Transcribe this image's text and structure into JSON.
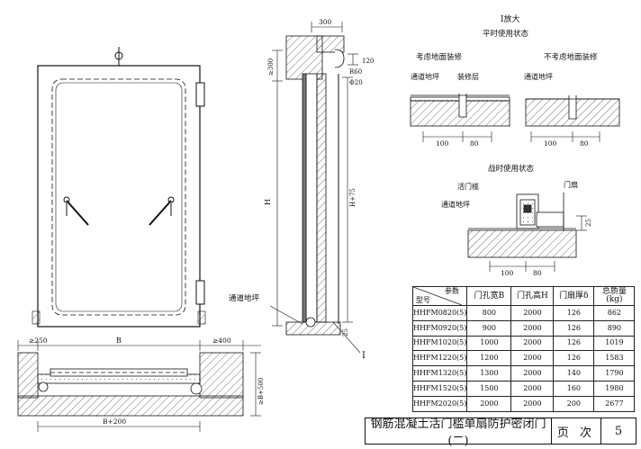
{
  "detail_title": "I放大",
  "normal_state": "平时使用状态",
  "consider_floor": "考虑地面装修",
  "no_floor": "不考虑地面装修",
  "road_floor": "通道地坪",
  "finish_layer": "装修层",
  "wartime_state": "战时使用状态",
  "movable_sill": "活门槛",
  "door_leaf": "门扇",
  "dims": {
    "d300": "300",
    "d120": "120",
    "r60": "R60",
    "phi20": "Φ20",
    "ge300": "≥300",
    "h": "H",
    "h75": "H+75",
    "d25": "25",
    "d100": "100",
    "d80": "80",
    "ge250": "≥250",
    "b": "B",
    "ge400": "≥400",
    "b200": "B+200",
    "b500": "≥B+500"
  },
  "section_mark": "I",
  "table": {
    "header_param": "参数",
    "header_model": "型号",
    "columns": [
      "门孔宽B",
      "门孔高H",
      "门扇厚δ",
      "总质量(kg)"
    ],
    "rows": [
      [
        "HHFM0820(5)",
        "800",
        "2000",
        "126",
        "862"
      ],
      [
        "HHFM0920(5)",
        "900",
        "2000",
        "126",
        "890"
      ],
      [
        "HHFM1020(5)",
        "1000",
        "2000",
        "126",
        "1019"
      ],
      [
        "HHFM1220(5)",
        "1200",
        "2000",
        "126",
        "1583"
      ],
      [
        "HHFM1320(5)",
        "1300",
        "2000",
        "140",
        "1790"
      ],
      [
        "HHFM1520(5)",
        "1500",
        "2000",
        "160",
        "1980"
      ],
      [
        "HHFM2020(5)",
        "2000",
        "2000",
        "200",
        "2677"
      ]
    ]
  },
  "title": "钢筋混凝土活门槛单扇防护密闭门(二)",
  "page_label": "页 次",
  "page_number": "5"
}
